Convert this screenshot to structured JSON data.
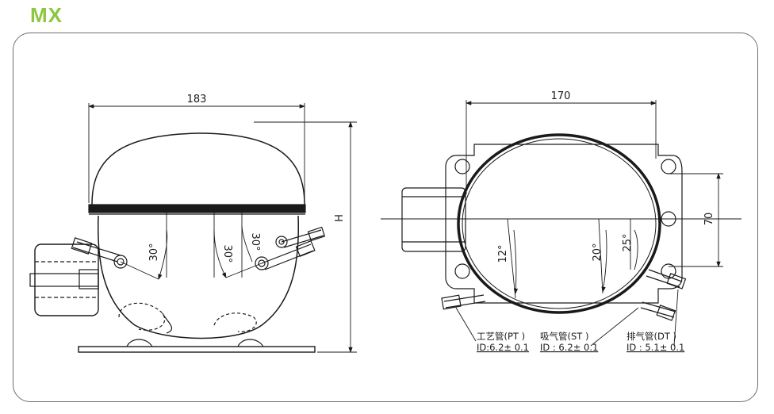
{
  "title": {
    "text": "MX",
    "color": "#8dc63f"
  },
  "side_view": {
    "width_dim": "183",
    "height_dim": "H",
    "angle_left": "30°",
    "angle_mid": "30°",
    "angle_right": "30°"
  },
  "top_view": {
    "width_dim": "170",
    "mount_dim": "70",
    "angle_pt": "12°",
    "angle_st": "20°",
    "angle_dt": "25°"
  },
  "pipes": {
    "pt": {
      "name": "工艺管(PT )",
      "id": "ID:6.2± 0.1"
    },
    "st": {
      "name": "吸气管(ST )",
      "id": "ID :  6.2± 0.1"
    },
    "dt": {
      "name": "排气管(DT )",
      "id": "ID :  5.1± 0.1"
    }
  },
  "colors": {
    "line": "#1a1a1a",
    "frame": "#6e6e6e",
    "accent": "#8dc63f"
  }
}
